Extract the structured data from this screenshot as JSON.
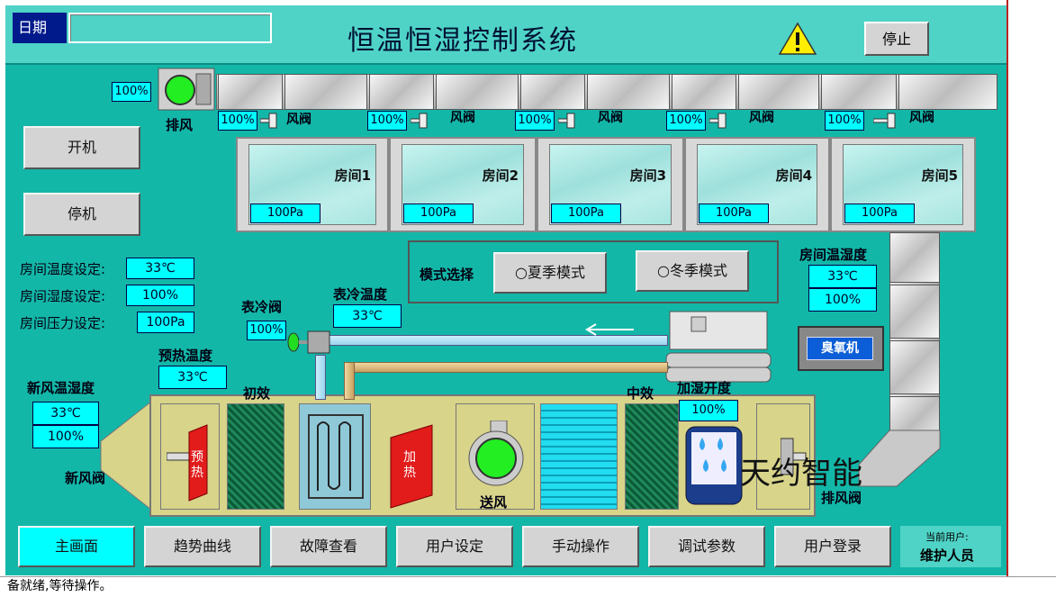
{
  "header": {
    "date_label": "日期",
    "date_value": "",
    "title": "恒温恒湿控制系统",
    "stop_label": "停止"
  },
  "controls": {
    "start_label": "开机",
    "stop_label": "停机"
  },
  "exhaust": {
    "fan_label": "排风",
    "fan_percent": "100%"
  },
  "dampers": [
    {
      "percent": "100%",
      "label": "风阀"
    },
    {
      "percent": "100%",
      "label": "风阀"
    },
    {
      "percent": "100%",
      "label": "风阀"
    },
    {
      "percent": "100%",
      "label": "风阀"
    },
    {
      "percent": "100%",
      "label": "风阀"
    }
  ],
  "rooms": [
    {
      "name": "房间1",
      "pressure": "100Pa"
    },
    {
      "name": "房间2",
      "pressure": "100Pa"
    },
    {
      "name": "房间3",
      "pressure": "100Pa"
    },
    {
      "name": "房间4",
      "pressure": "100Pa"
    },
    {
      "name": "房间5",
      "pressure": "100Pa"
    }
  ],
  "setpoints": {
    "temp_label": "房间温度设定:",
    "temp_value": "33℃",
    "hum_label": "房间湿度设定:",
    "hum_value": "100%",
    "press_label": "房间压力设定:",
    "press_value": "100Pa"
  },
  "mode": {
    "label": "模式选择",
    "summer": "夏季模式",
    "winter": "冬季模式"
  },
  "room_th": {
    "label": "房间温湿度",
    "temp": "33℃",
    "hum": "100%"
  },
  "ozone": {
    "label": "臭氧机"
  },
  "cooling": {
    "valve_label": "表冷阀",
    "valve_percent": "100%",
    "temp_label": "表冷温度",
    "temp_value": "33℃"
  },
  "preheat": {
    "label": "预热温度",
    "value": "33℃",
    "coil_text": "预热"
  },
  "fresh_air": {
    "label": "新风温湿度",
    "temp": "33℃",
    "hum": "100%",
    "valve_label": "新风阀"
  },
  "ahu": {
    "primary_filter": "初效",
    "medium_filter": "中效",
    "heating_text": "加热",
    "supply_label": "送风",
    "humid_label": "加湿开度",
    "humid_value": "100%",
    "exhaust_valve": "排风阀"
  },
  "brand": "天约智能",
  "nav": {
    "items": [
      "主画面",
      "趋势曲线",
      "故障查看",
      "用户设定",
      "手动操作",
      "调试参数",
      "用户登录"
    ],
    "user_caption": "当前用户:",
    "user_name": "维护人员"
  },
  "status_text": "备就绪,等待操作。",
  "colors": {
    "background": "#13b7a8",
    "value_box": "#00ffff",
    "fan_on": "#22ee22",
    "heater": "#e21b1b"
  }
}
